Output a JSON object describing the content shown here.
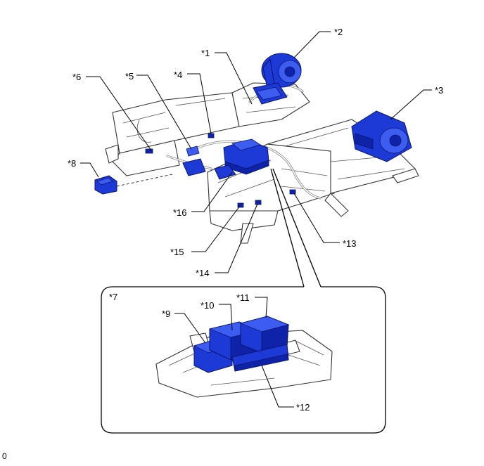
{
  "labels": {
    "c1": "*1",
    "c2": "*2",
    "c3": "*3",
    "c4": "*4",
    "c5": "*5",
    "c6": "*6",
    "c7": "*7",
    "c8": "*8",
    "c9": "*9",
    "c10": "*10",
    "c11": "*11",
    "c12": "*12",
    "c13": "*13",
    "c14": "*14",
    "c15": "*15",
    "c16": "*16"
  },
  "figure_code": "0",
  "colors": {
    "highlight": "#1e3ad6",
    "outline": "#333333"
  }
}
